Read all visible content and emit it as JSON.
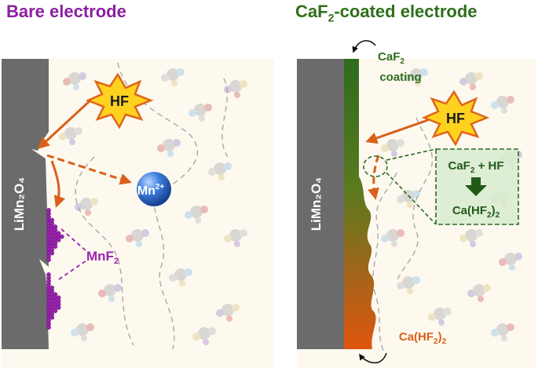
{
  "left_panel": {
    "title": "Bare electrode",
    "electrode_label": "LiMn₂O₄",
    "hf_label": "HF",
    "mn_ion": {
      "symbol": "Mn",
      "charge": "2+"
    },
    "mnf2_label": {
      "base": "MnF",
      "sub": "2"
    }
  },
  "right_panel": {
    "title": {
      "pre": "CaF",
      "sub": "2",
      "post": "-coated electrode"
    },
    "electrode_label": "LiMn₂O₄",
    "coating_label": {
      "line1_base": "CaF",
      "line1_sub": "2",
      "line2": "coating"
    },
    "hf_label": "HF",
    "reaction_box": {
      "reactant": {
        "a": "CaF",
        "a_sub": "2",
        "b": " + HF"
      },
      "product": {
        "a": "Ca(HF",
        "a_sub": "2",
        "b": ")",
        "b_sub": "2"
      }
    },
    "product_label": {
      "a": "Ca(HF",
      "a_sub": "2",
      "b": ")",
      "b_sub": "2"
    }
  },
  "colors": {
    "left_title": "#8b1fa0",
    "right_title": "#2f6f1c",
    "electrode": "#6b6b6b",
    "coating_top": "#2e6b1e",
    "coating_bottom": "#e0560e",
    "arrow": "#d9601a",
    "mnf2": "#9b22b0",
    "mn_ion": "#2f6fd0",
    "hf_star": "#ffd21f",
    "reaction_box": "#2a6a22"
  }
}
